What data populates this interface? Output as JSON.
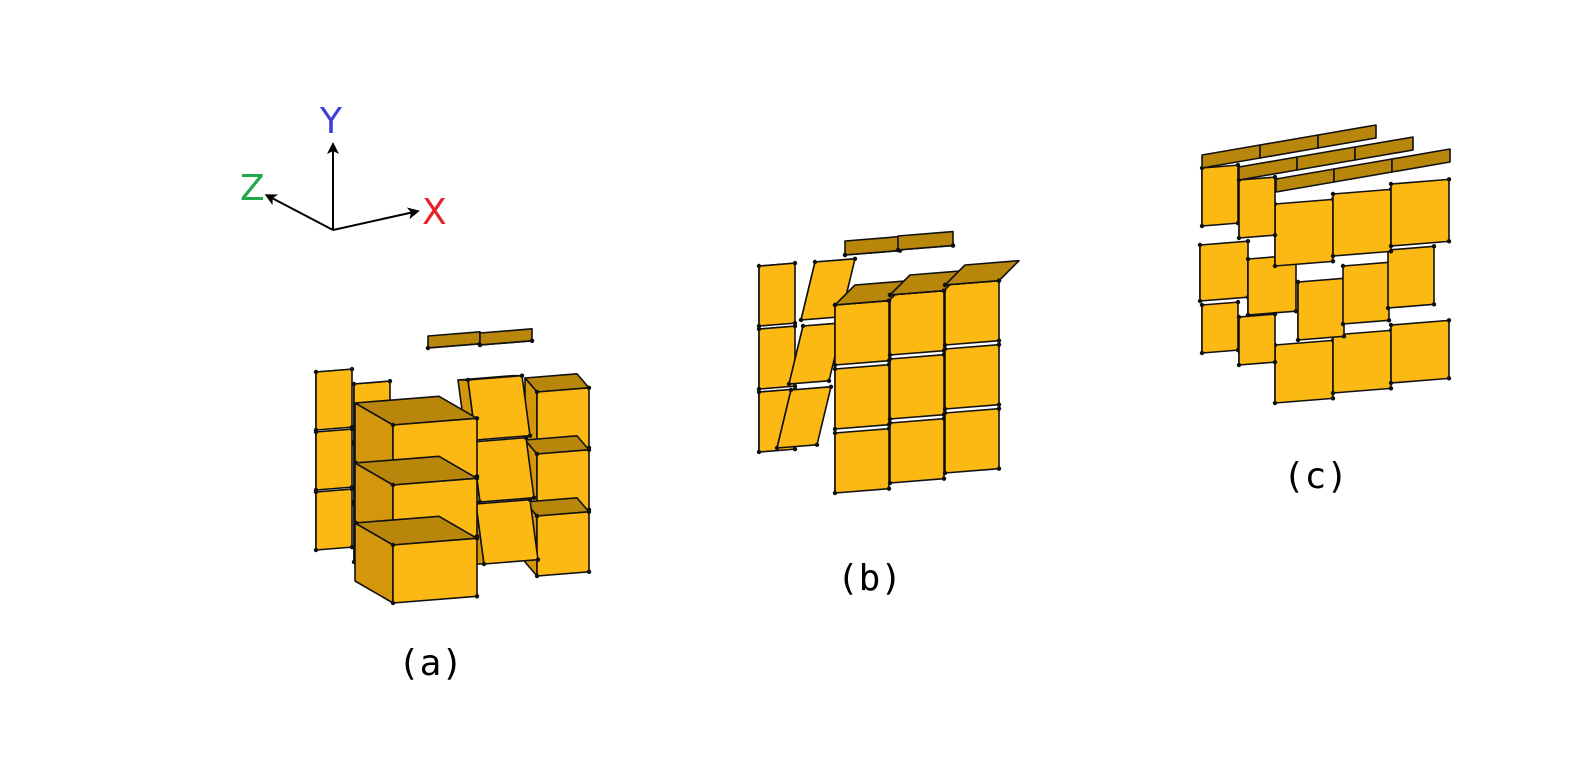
{
  "axes": {
    "y_label": "Y",
    "x_label": "X",
    "z_label": "Z",
    "colors": {
      "x": "#e8202a",
      "y": "#3a3fd8",
      "z": "#22a84a"
    }
  },
  "panels": [
    {
      "caption": "(a)",
      "description_state": "middle vertical slice rotated about X axis"
    },
    {
      "caption": "(b)",
      "description_state": "left vertical slice rotated about Z axis"
    },
    {
      "caption": "(c)",
      "description_state": "middle horizontal slice rotated about Y axis"
    }
  ],
  "palette": {
    "top": "#b7860b",
    "front": "#fdb913",
    "side": "#d4960a",
    "edge": "#111111"
  }
}
